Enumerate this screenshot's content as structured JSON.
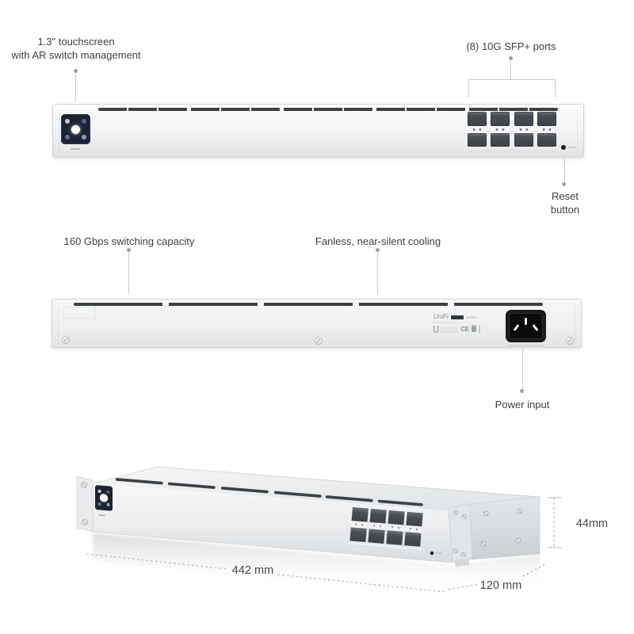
{
  "product": {
    "front": {
      "touchscreen_note_line1": "1.3\" touchscreen",
      "touchscreen_note_line2": "with AR switch management",
      "sfp_note": "(8) 10G SFP+ ports",
      "reset_note_line1": "Reset",
      "reset_note_line2": "button"
    },
    "rear": {
      "capacity_note": "160 Gbps switching capacity",
      "cooling_note": "Fanless, near-silent cooling",
      "power_note": "Power input",
      "label_brand": "UniFi",
      "label_ce": "CE"
    },
    "dimensions": {
      "width": "442 mm",
      "depth": "120 mm",
      "height": "44mm"
    },
    "colors": {
      "vent_slot": "#3e4144",
      "screen_background": "#1c2431",
      "screen_accent_blue": "#4d5f8e",
      "sfp_port": "#46494d",
      "annotation_text": "#3d4145",
      "leader_line": "#c9cbcd"
    }
  }
}
